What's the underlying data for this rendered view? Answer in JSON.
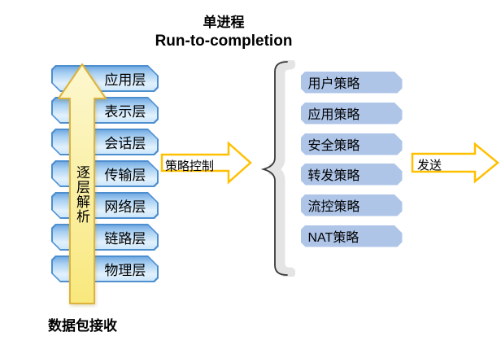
{
  "title": {
    "line1": "单进程",
    "line2": "Run-to-completion"
  },
  "osi_stack": {
    "layers": [
      {
        "label": "应用层"
      },
      {
        "label": "表示层"
      },
      {
        "label": "会话层"
      },
      {
        "label": "传输层"
      },
      {
        "label": "网络层"
      },
      {
        "label": "链路层"
      },
      {
        "label": "物理层"
      }
    ],
    "up_arrow_label": "逐层解析",
    "bottom_label": "数据包接收"
  },
  "flow": {
    "policy_control_arrow_label": "策略控制",
    "send_arrow_label": "发送"
  },
  "policies": [
    {
      "label": "用户策略"
    },
    {
      "label": "应用策略"
    },
    {
      "label": "安全策略"
    },
    {
      "label": "转发策略"
    },
    {
      "label": "流控策略"
    },
    {
      "label": "NAT策略"
    }
  ],
  "colors": {
    "layer_box_border": "#4e8fd0",
    "layer_box_fill_top": "#74abe2",
    "layer_box_fill_bottom": "#cde7fb",
    "policy_box_fill": "#aec5e8",
    "policy_box_border": "#ffffff",
    "flow_arrow_outline": "#ffc000",
    "up_arrow_fill_top": "#fcf7cf",
    "up_arrow_fill_bottom": "#f9e97d",
    "up_arrow_border": "#ddb33c",
    "brace_line": "#333333",
    "brace_shadow": "#e4e4e4"
  }
}
